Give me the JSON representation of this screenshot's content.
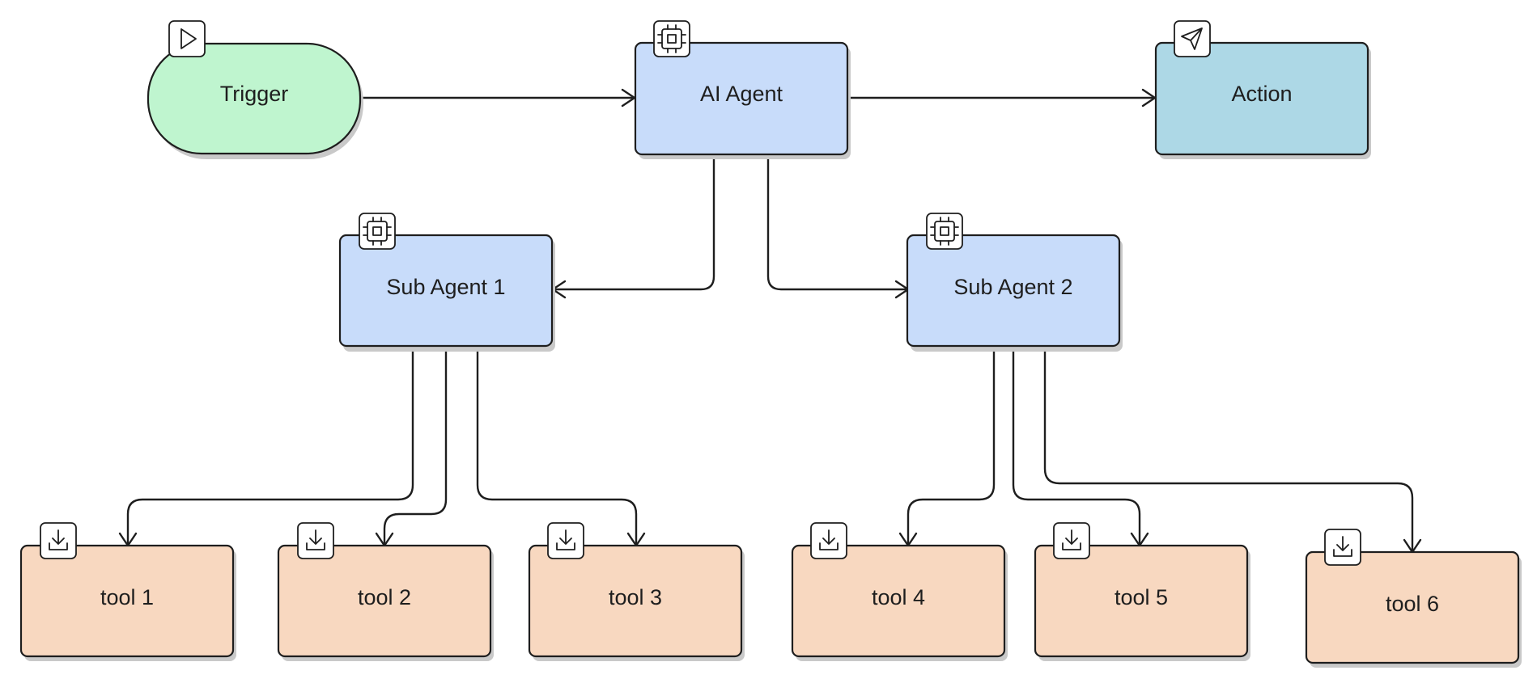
{
  "nodes": {
    "trigger": {
      "label": "Trigger",
      "icon": "play-icon",
      "fill": "#bff5cf"
    },
    "ai_agent": {
      "label": "AI Agent",
      "icon": "cpu-chip-icon",
      "fill": "#c8dcfa"
    },
    "action": {
      "label": "Action",
      "icon": "send-icon",
      "fill": "#add8e6"
    },
    "sub_agent_1": {
      "label": "Sub Agent 1",
      "icon": "cpu-chip-icon",
      "fill": "#c8dcfa"
    },
    "sub_agent_2": {
      "label": "Sub Agent 2",
      "icon": "cpu-chip-icon",
      "fill": "#c8dcfa"
    },
    "tool_1": {
      "label": "tool 1",
      "icon": "download-icon",
      "fill": "#f8d8c0"
    },
    "tool_2": {
      "label": "tool 2",
      "icon": "download-icon",
      "fill": "#f8d8c0"
    },
    "tool_3": {
      "label": "tool 3",
      "icon": "download-icon",
      "fill": "#f8d8c0"
    },
    "tool_4": {
      "label": "tool 4",
      "icon": "download-icon",
      "fill": "#f8d8c0"
    },
    "tool_5": {
      "label": "tool 5",
      "icon": "download-icon",
      "fill": "#f8d8c0"
    },
    "tool_6": {
      "label": "tool 6",
      "icon": "download-icon",
      "fill": "#f8d8c0"
    }
  },
  "edges": [
    {
      "from": "trigger",
      "to": "ai_agent"
    },
    {
      "from": "ai_agent",
      "to": "action"
    },
    {
      "from": "ai_agent",
      "to": "sub_agent_1"
    },
    {
      "from": "ai_agent",
      "to": "sub_agent_2"
    },
    {
      "from": "sub_agent_1",
      "to": "tool_1"
    },
    {
      "from": "sub_agent_1",
      "to": "tool_2"
    },
    {
      "from": "sub_agent_1",
      "to": "tool_3"
    },
    {
      "from": "sub_agent_2",
      "to": "tool_4"
    },
    {
      "from": "sub_agent_2",
      "to": "tool_5"
    },
    {
      "from": "sub_agent_2",
      "to": "tool_6"
    }
  ]
}
